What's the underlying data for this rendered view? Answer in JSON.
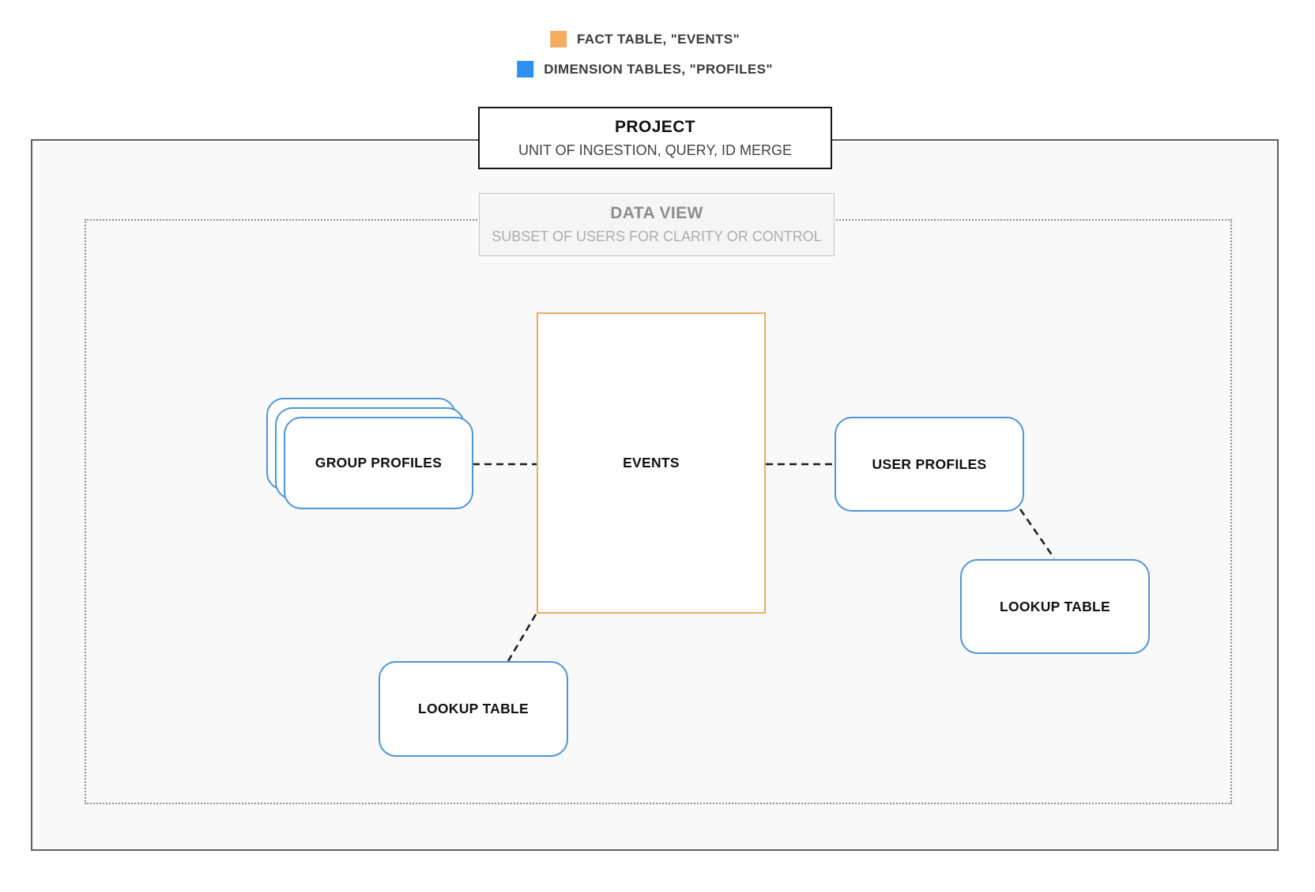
{
  "legend": {
    "items": [
      {
        "name": "fact-table",
        "label": "FACT TABLE, \"EVENTS\"",
        "color": "#F6AC60"
      },
      {
        "name": "dimension-tables",
        "label": "DIMENSION TABLES, \"PROFILES\"",
        "color": "#2E90F1"
      }
    ]
  },
  "project_box": {
    "title": "PROJECT",
    "subtitle": "UNIT OF INGESTION, QUERY, ID MERGE"
  },
  "data_view_box": {
    "title": "DATA VIEW",
    "subtitle": "SUBSET OF USERS FOR CLARITY OR CONTROL"
  },
  "nodes": {
    "events": {
      "label": "EVENTS",
      "type": "fact"
    },
    "group_profiles": {
      "label": "GROUP PROFILES",
      "type": "dimension"
    },
    "user_profiles": {
      "label": "USER PROFILES",
      "type": "dimension"
    },
    "lookup_table_left": {
      "label": "LOOKUP TABLE",
      "type": "dimension"
    },
    "lookup_table_right": {
      "label": "LOOKUP TABLE",
      "type": "dimension"
    }
  },
  "edges": [
    {
      "from": "group_profiles",
      "to": "events",
      "style": "dashed"
    },
    {
      "from": "events",
      "to": "user_profiles",
      "style": "dashed"
    },
    {
      "from": "events",
      "to": "lookup_table_left",
      "style": "dashed"
    },
    {
      "from": "user_profiles",
      "to": "lookup_table_right",
      "style": "dashed"
    }
  ],
  "colors": {
    "fact_swatch": "#F6AC60",
    "dimension_swatch": "#2E90F1",
    "fact_border": "#EBAD64",
    "dimension_border": "#4E95D6",
    "outer_boundary_border": "#606060",
    "dotted_boundary_border": "#8E8E8E",
    "boundary_fill": "#F9F9F9",
    "connector": "#1A1A1A"
  }
}
